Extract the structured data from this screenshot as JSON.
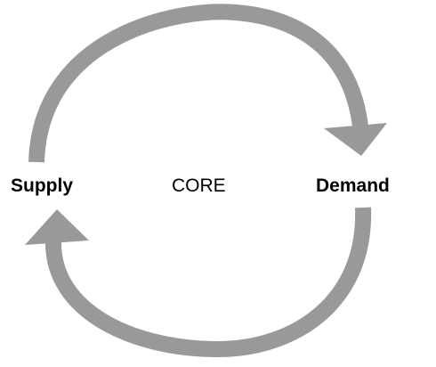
{
  "diagram": {
    "left_label": "Supply",
    "center_label": "CORE",
    "right_label": "Demand",
    "arrow_color": "#999999",
    "text_color": "#000000"
  }
}
